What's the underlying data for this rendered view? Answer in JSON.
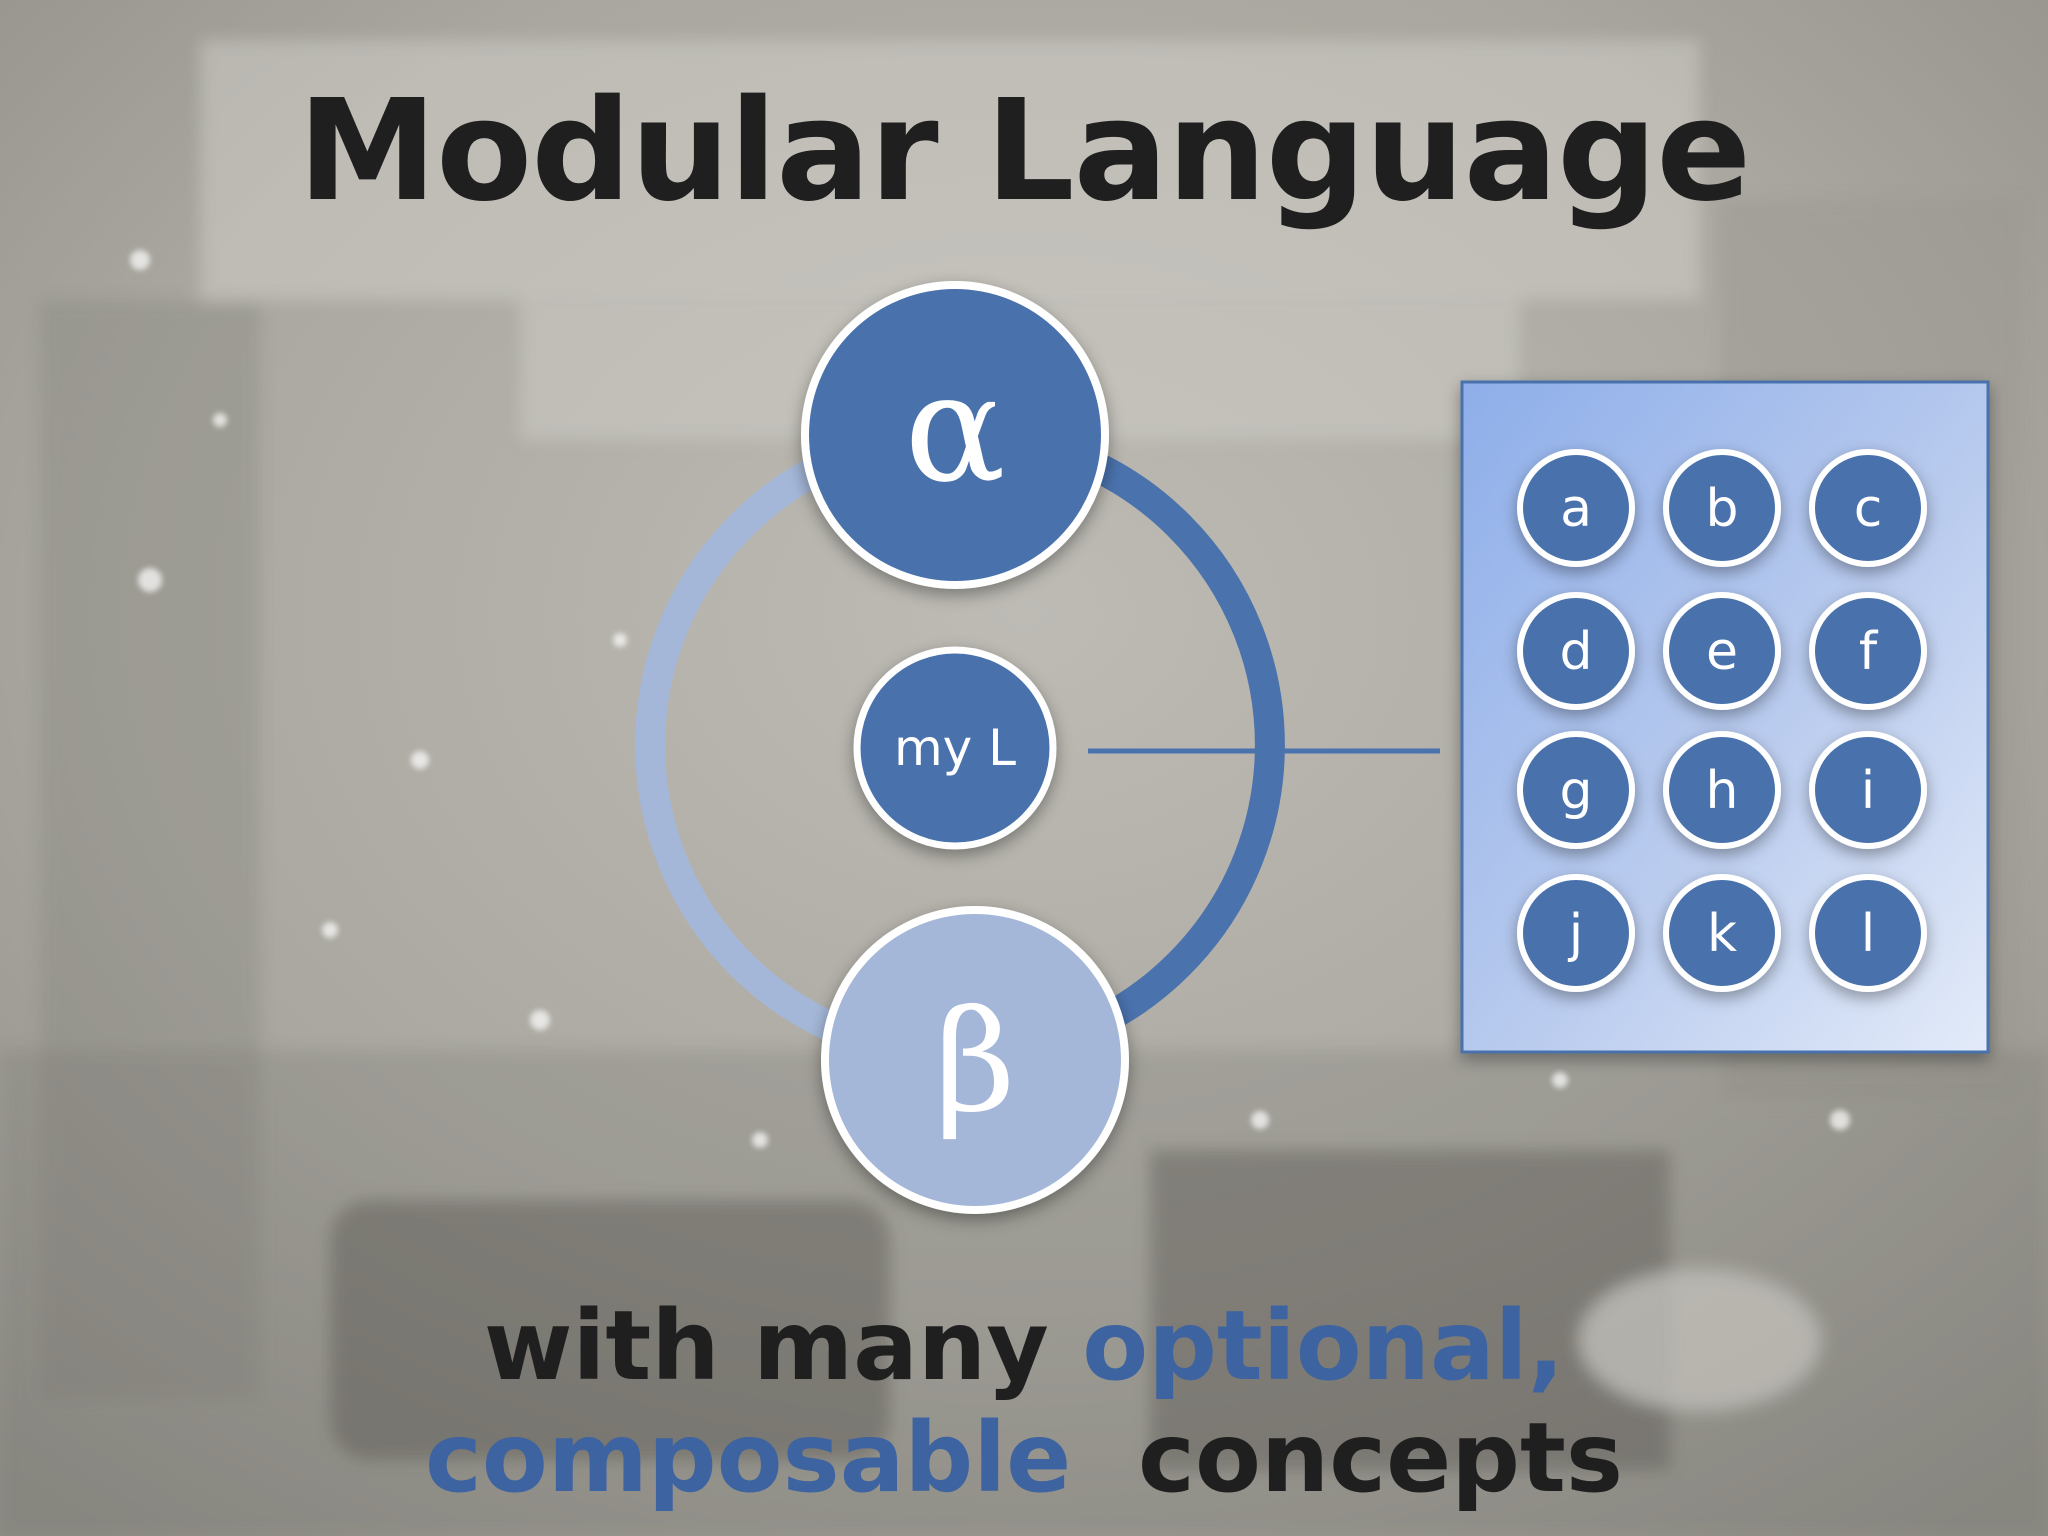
{
  "title": "Modular Language",
  "core": {
    "alpha": "α",
    "beta": "β",
    "center": "my L"
  },
  "modules": [
    "a",
    "b",
    "c",
    "d",
    "e",
    "f",
    "g",
    "h",
    "i",
    "j",
    "k",
    "l"
  ],
  "subtitle": {
    "line1_plain": "with many ",
    "line1_accent": "optional,",
    "line2_accent": "composable",
    "line2_plain": "  concepts"
  },
  "colors": {
    "primary": "#4a72ad",
    "light": "#a4b7d8",
    "accent_text": "#3d63a0",
    "text_dark": "#1f1f1f",
    "panel_top": "#8eaeea",
    "panel_bottom": "#e3ebf9"
  }
}
